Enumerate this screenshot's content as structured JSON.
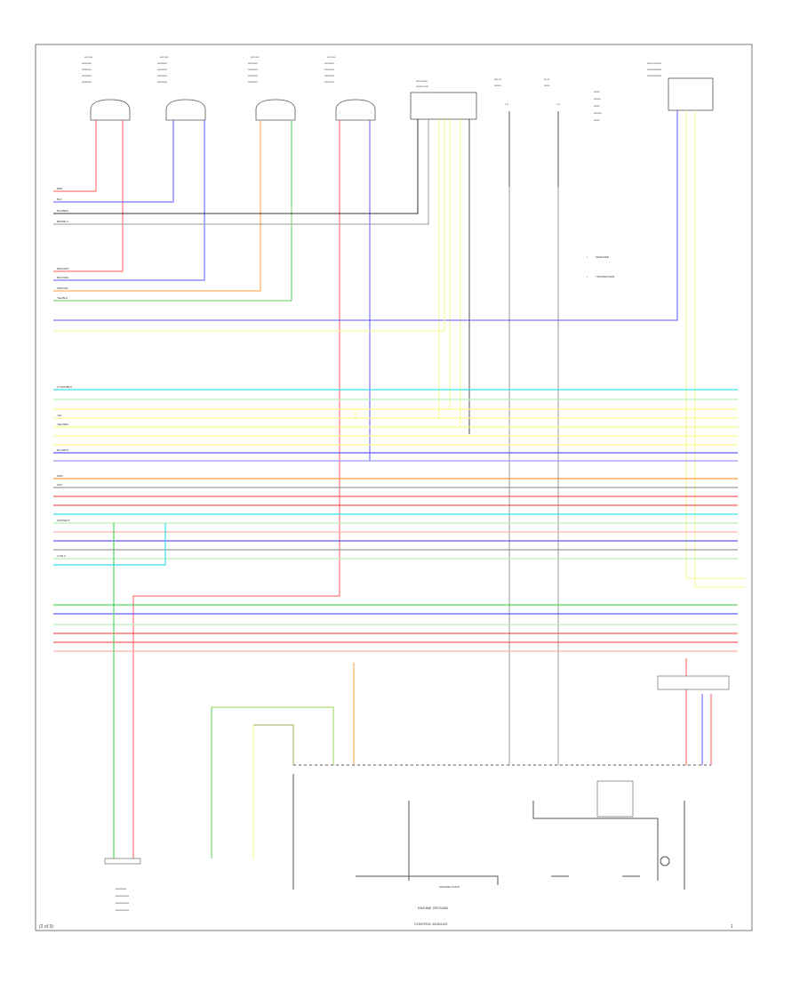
{
  "figure_number": "(2 of 3)",
  "sheet_number": "1",
  "colors": {
    "wire_red": "#ff5a5a",
    "wire_blue": "#5a5aff",
    "wire_orange": "#ff9a3c",
    "wire_green": "#5ad45a",
    "wire_light_green": "#b8f0b8",
    "wire_cyan": "#38e0f0",
    "wire_yellow": "#fafa8c",
    "wire_black": "#333333",
    "wire_gray": "#9a9a9a",
    "border": "#7a7a7a"
  },
  "wire_labels": {
    "red": "RED",
    "blue": "BLU",
    "black_brown": "BLK/BRN",
    "brown_blue": "BRN/BLU",
    "red_white": "RED/WHT",
    "black_orange": "BLK/ORG",
    "green_yellow": "GRN/YEL",
    "yellow_black": "YEL/BLK",
    "light_green_black": "LT GRN/BLK",
    "yellow": "YEL",
    "yellow_red": "YEL/RED",
    "blue_white": "BLU/WHT",
    "orange": "ORG",
    "gray": "GRY",
    "green_white": "GRN/WHT",
    "light_blue": "LT BLU"
  },
  "bottom_labels": {
    "engine_ground": "ENGINE GROUND",
    "control_module": "CONTROL MODULE",
    "ground_point": "GROUND POINT"
  },
  "legend": {
    "item1": "SHIELDED",
    "item2": "TWISTED PAIR"
  }
}
